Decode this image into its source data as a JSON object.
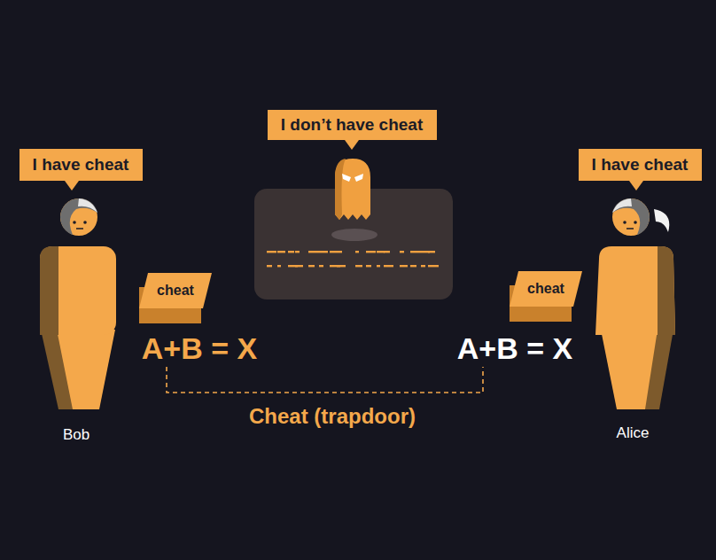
{
  "diagram": {
    "nodes": [
      {
        "text": [
          "I don’t have cheat"
        ]
      },
      {
        "text": [
          "I have cheat"
        ]
      },
      {
        "text": [
          "I have cheat"
        ]
      },
      {
        "text": [
          "cheat"
        ]
      },
      {
        "text": [
          "cheat"
        ]
      }
    ],
    "labels": [
      "A+B = X",
      "A+B = X",
      "Cheat (trapdoor)",
      "Bob",
      "Alice"
    ]
  }
}
